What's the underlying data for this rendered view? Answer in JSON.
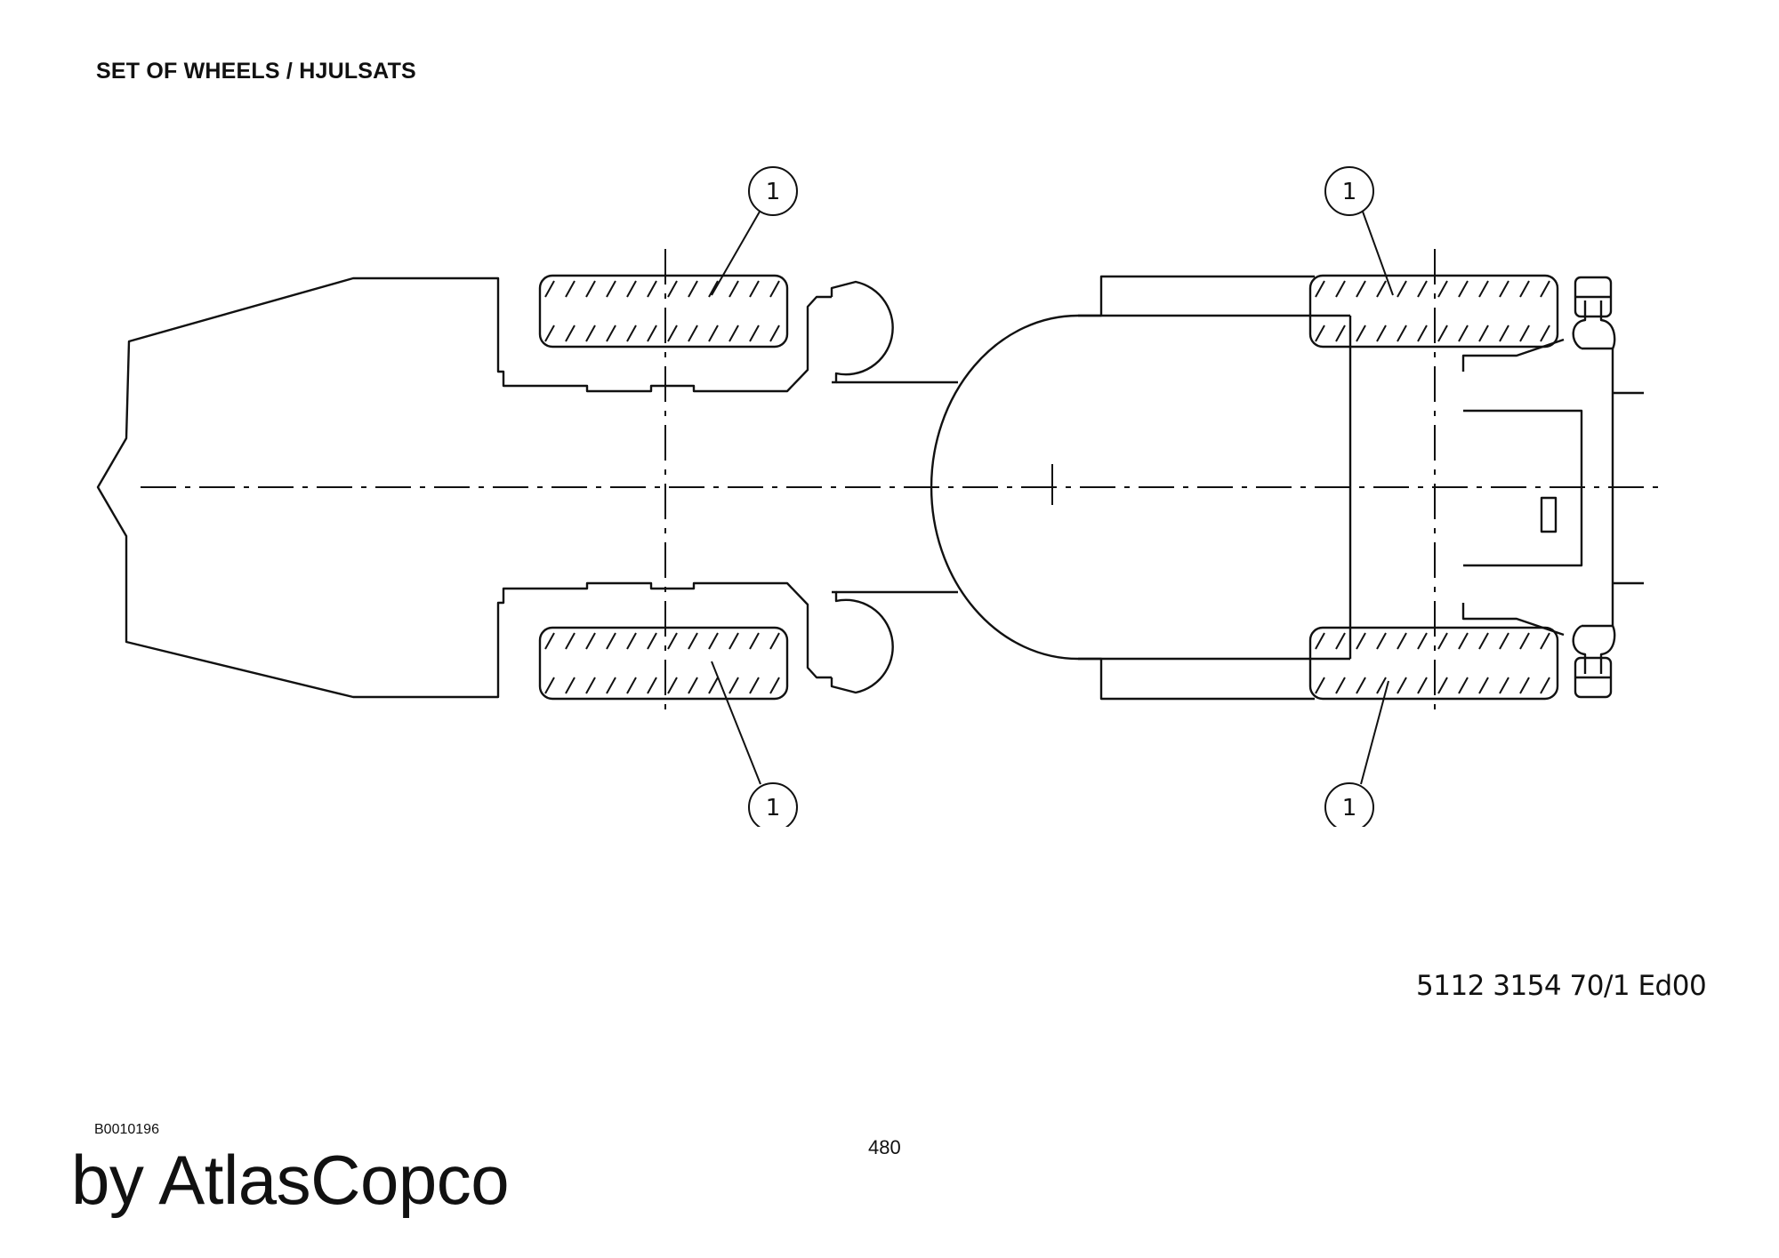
{
  "header": {
    "title": "SET OF WHEELS / HJULSATS"
  },
  "drawing": {
    "callouts": [
      {
        "label": "1"
      },
      {
        "label": "1"
      },
      {
        "label": "1"
      },
      {
        "label": "1"
      }
    ]
  },
  "footer": {
    "doc_reference": "5112 3154 70/1  Ed00",
    "image_id": "B0010196",
    "page_number": "480",
    "brand": "by AtlasCopco"
  }
}
